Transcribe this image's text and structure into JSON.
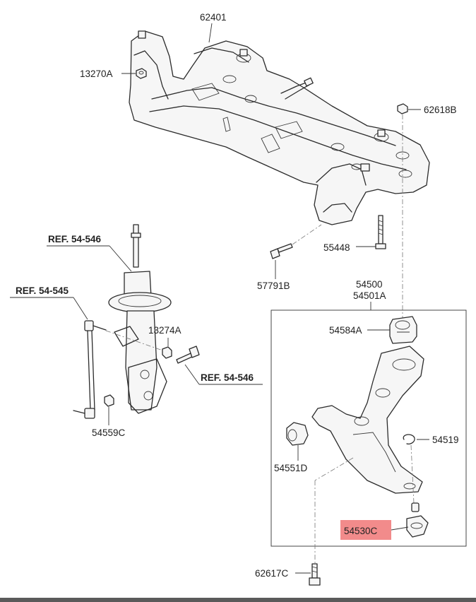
{
  "labels": {
    "crossmember": "62401",
    "nut_left": "13270A",
    "nut_right": "62618B",
    "bolt_rear": "55448",
    "bolt_front": "57791B",
    "arm_assy_1": "54500",
    "arm_assy_2": "54501A",
    "bushing_rear": "54584A",
    "bushing_front": "54551D",
    "snap_ring": "54519",
    "ball_joint": "54530C",
    "bolt_bottom": "62617C",
    "strut_nut": "13274A",
    "link_nut": "54559C"
  },
  "refs": {
    "strut_top": "REF. 54-546",
    "stabilizer_link": "REF. 54-545",
    "strut_bolt": "REF. 54-546"
  },
  "highlight": {
    "part": "54530C",
    "color": "#f28b8b"
  }
}
